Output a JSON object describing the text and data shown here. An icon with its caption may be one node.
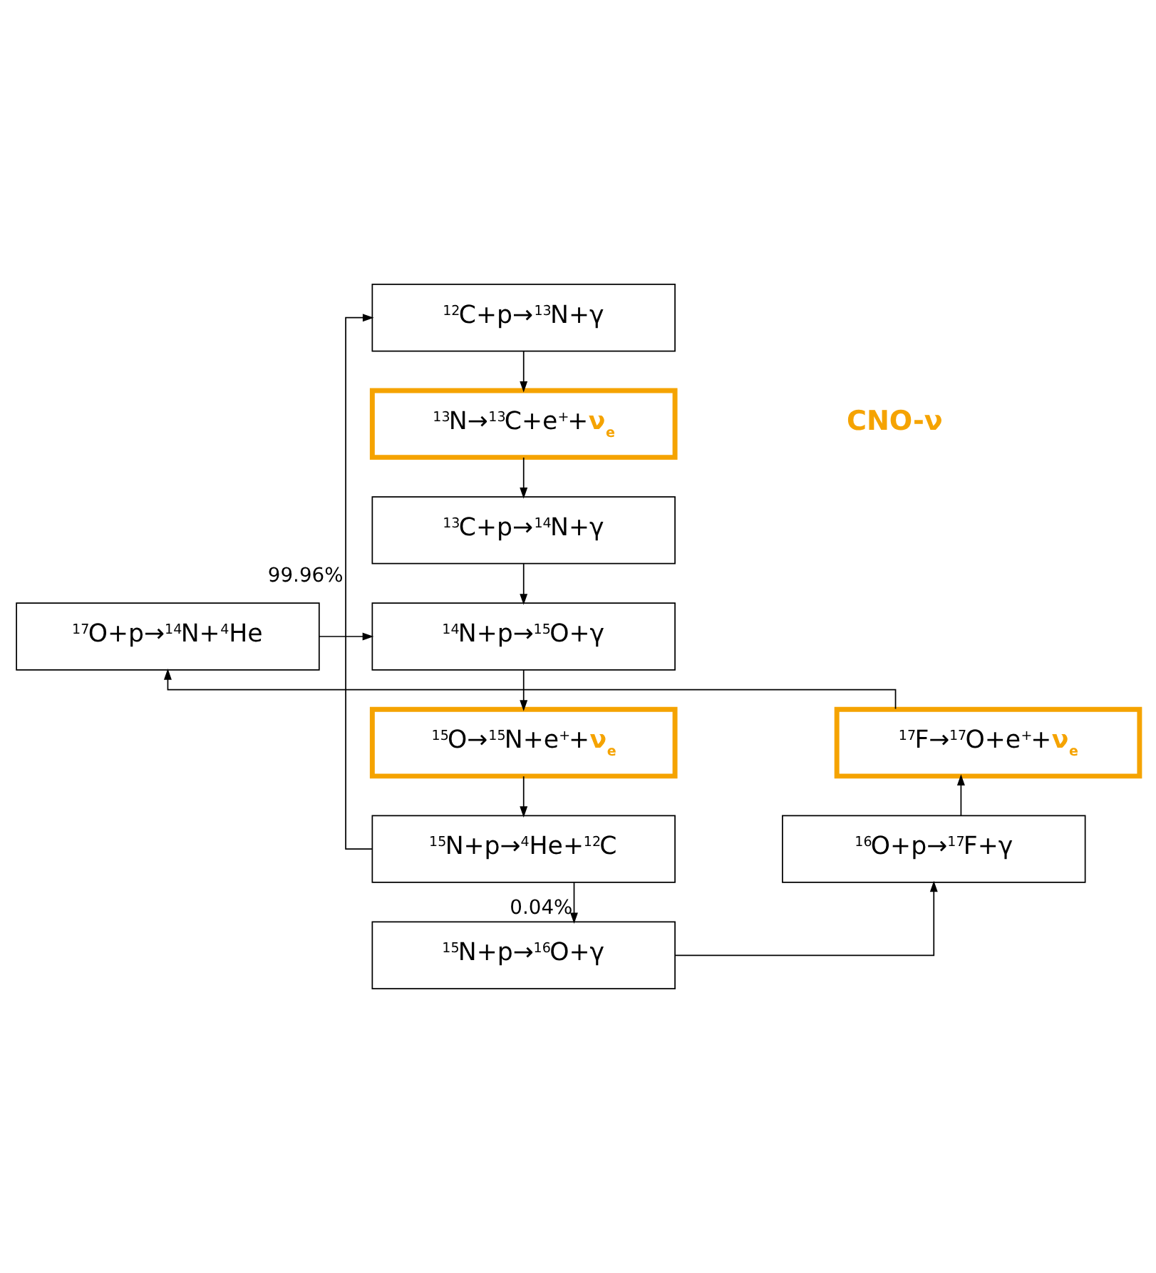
{
  "diagram": {
    "nodes": [
      {
        "text": [
          "$^{12}$C+p→$^{13}$N+γ"
        ]
      },
      {
        "text": [
          "$^{13}$N→$^{13}$C+e$^{+}$+**ν$_{e}$**"
        ]
      },
      {
        "text": [
          "$^{13}$C+p→$^{14}$N+γ"
        ]
      },
      {
        "text": [
          "$^{14}$N+p→$^{15}$O+γ"
        ]
      },
      {
        "text": [
          "$^{17}$O+p→$^{14}$N+$^{4}$He"
        ]
      },
      {
        "text": [
          "$^{15}$O→$^{15}$N+e$^{+}$+**ν$_{e}$**"
        ]
      },
      {
        "text": [
          "$^{17}$F→$^{17}$O+e$^{+}$+**ν$_{e}$**"
        ]
      },
      {
        "text": [
          "$^{15}$N+p→$^{4}$He+$^{12}$C"
        ]
      },
      {
        "text": [
          "$^{16}$O+p→$^{17}$F+γ"
        ]
      },
      {
        "text": [
          "$^{15}$N+p→$^{16}$O+γ"
        ]
      }
    ],
    "edges": [
      {
        "from": 0,
        "to": 1,
        "arrow": "to"
      },
      {
        "from": 1,
        "to": 2,
        "arrow": "to"
      },
      {
        "from": 2,
        "to": 3,
        "arrow": "to"
      },
      {
        "from": 3,
        "to": 5,
        "arrow": "to"
      },
      {
        "from": 5,
        "to": 7,
        "arrow": "to"
      },
      {
        "from": 7,
        "to": 0,
        "arrow": "to",
        "label": "99.96%"
      },
      {
        "from": 7,
        "to": 9,
        "arrow": "to",
        "label": "0.04%"
      },
      {
        "from": 9,
        "to": 8,
        "arrow": "to"
      },
      {
        "from": 8,
        "to": 6,
        "arrow": "to"
      },
      {
        "from": 6,
        "to": 4,
        "arrow": "to"
      },
      {
        "from": 4,
        "to": 3,
        "arrow": "to"
      }
    ],
    "labels": [
      "**CNO-ν**"
    ]
  }
}
